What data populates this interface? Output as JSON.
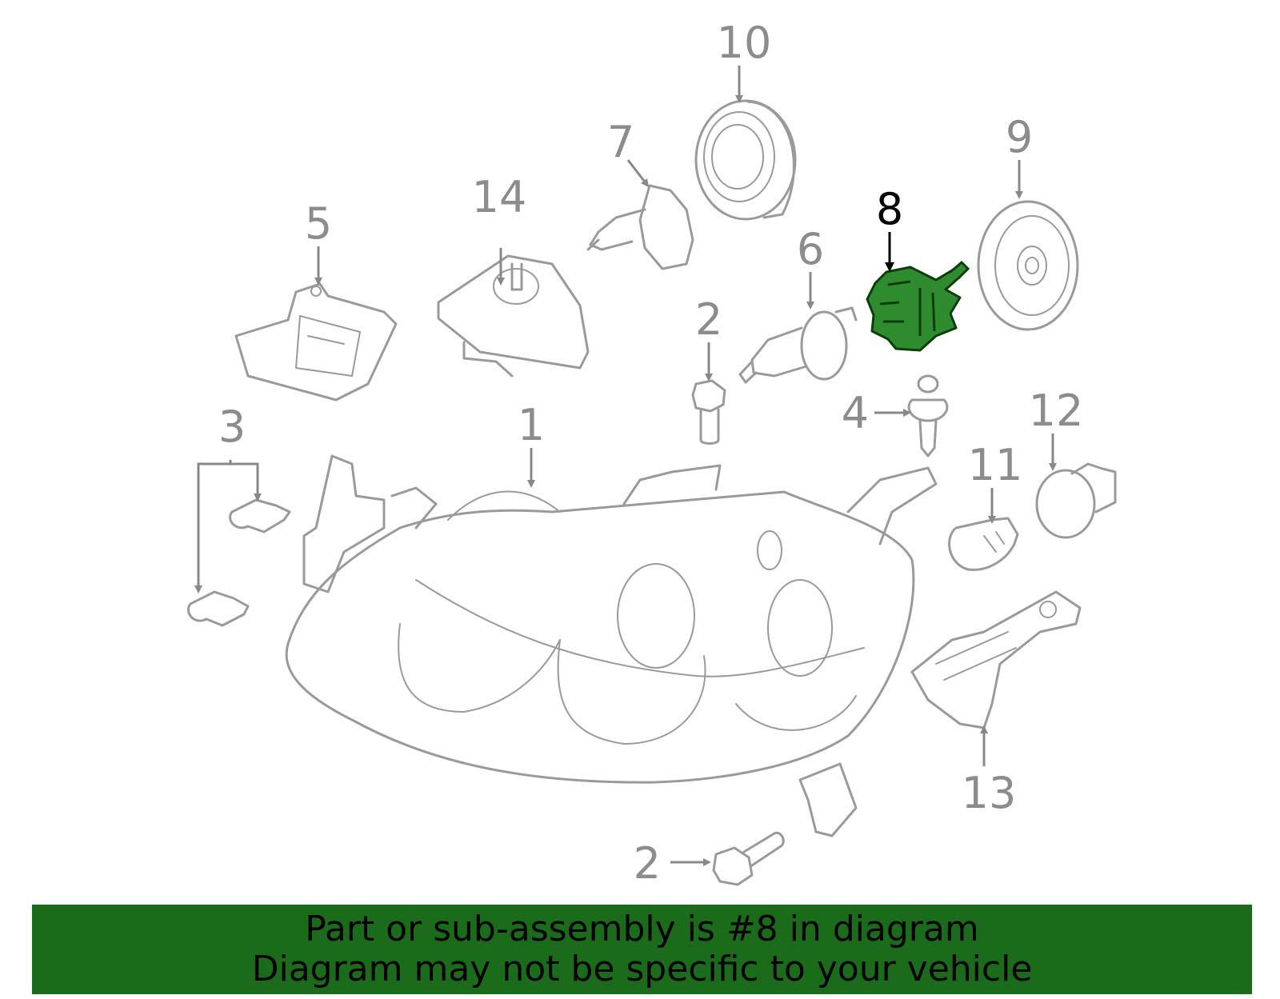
{
  "callouts": [
    {
      "id": "1",
      "text": "1"
    },
    {
      "id": "2a",
      "text": "2"
    },
    {
      "id": "2b",
      "text": "2"
    },
    {
      "id": "3",
      "text": "3"
    },
    {
      "id": "4",
      "text": "4"
    },
    {
      "id": "5",
      "text": "5"
    },
    {
      "id": "6",
      "text": "6"
    },
    {
      "id": "7",
      "text": "7"
    },
    {
      "id": "8",
      "text": "8",
      "highlighted": true
    },
    {
      "id": "9",
      "text": "9"
    },
    {
      "id": "10",
      "text": "10"
    },
    {
      "id": "11",
      "text": "11"
    },
    {
      "id": "12",
      "text": "12"
    },
    {
      "id": "13",
      "text": "13"
    },
    {
      "id": "14",
      "text": "14"
    }
  ],
  "banner": {
    "line1": "Part or sub-assembly is #8 in diagram",
    "line2": "Diagram may not be specific to your vehicle"
  },
  "colors": {
    "banner_bg": "#1a6b1a",
    "highlight_part": "#2e8b2e",
    "part_stroke": "#9a9a9a",
    "label_gray": "#8c8c8c"
  }
}
